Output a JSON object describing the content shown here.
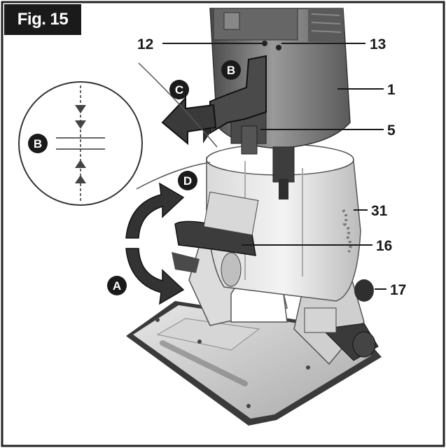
{
  "figure": {
    "tag": "Fig. 15",
    "callouts": {
      "c12": "12",
      "c13": "13",
      "c1": "1",
      "c5": "5",
      "c31": "31",
      "c16": "16",
      "c17": "17"
    },
    "badges": {
      "a": "A",
      "b_top": "B",
      "b_detail": "B",
      "c": "C",
      "d": "D"
    }
  },
  "colors": {
    "ink": "#1a1a1a",
    "background": "#ffffff",
    "motor_gray": "#6f6f6f",
    "base_gray": "#c8c8c8",
    "frame_border": "#222222"
  }
}
